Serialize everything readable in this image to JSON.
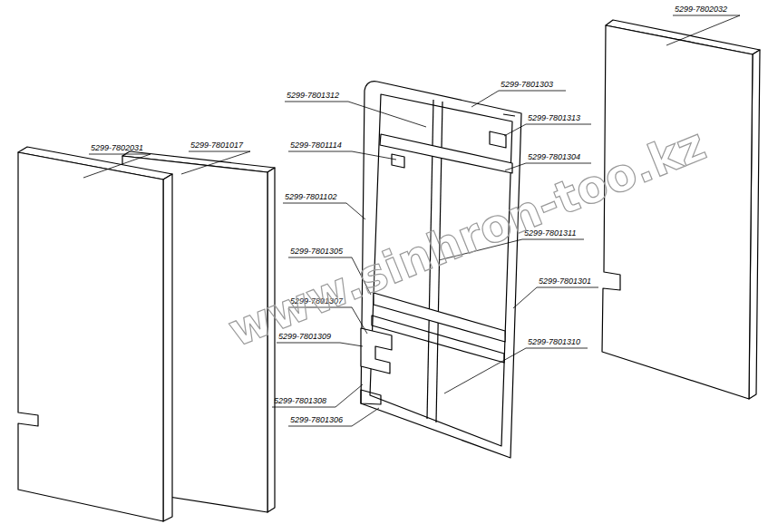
{
  "diagram": {
    "labels": [
      "5299-7802031",
      "5299-7801017",
      "5299-7801312",
      "5299-7801303",
      "5299-7801313",
      "5299-7801114",
      "5299-7801304",
      "5299-7801102",
      "5299-7801311",
      "5299-7801305",
      "5299-7801301",
      "5299-7801307",
      "5299-7801309",
      "5299-7801310",
      "5299-7801308",
      "5299-7801306",
      "5299-7802032",
      "www.sinhron-too.kz"
    ]
  }
}
